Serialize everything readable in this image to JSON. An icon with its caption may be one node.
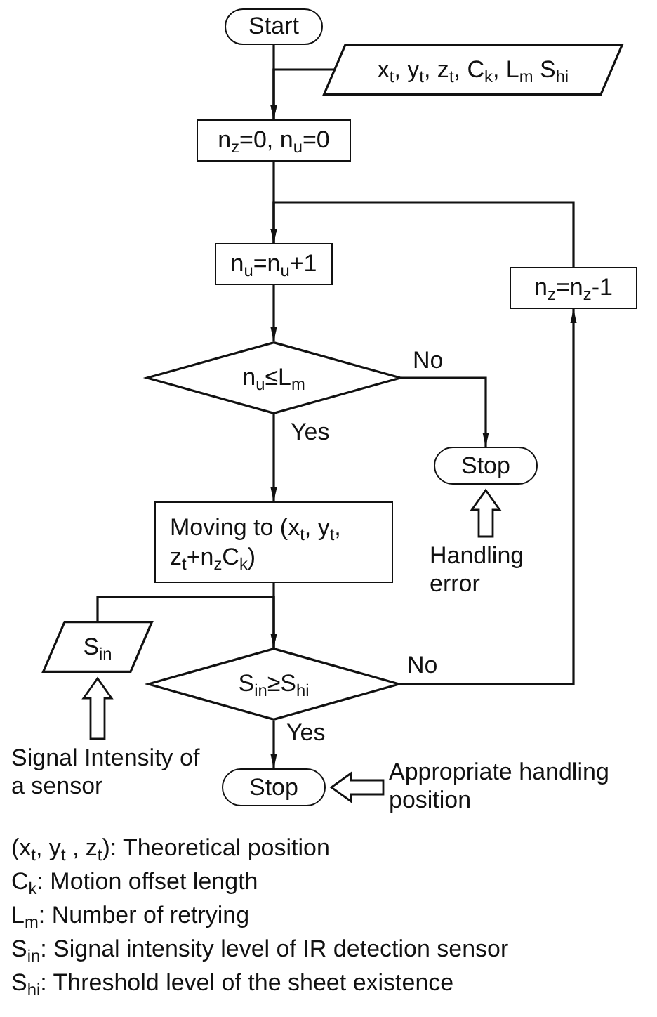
{
  "diagram": {
    "nodes": [
      {
        "text": [
          "Start"
        ]
      },
      {
        "text": [
          "x$_{t}$, y$_{t}$, z$_{t}$, C$_{k}$, L$_{m}$ S$_{hi}$"
        ]
      },
      {
        "text": [
          "n$_{z}$=0, n$_{u}$=0"
        ]
      },
      {
        "text": [
          "n$_{u}$=n$_{u}$+1"
        ]
      },
      {
        "text": [
          "n$_{u}$≤L$_{m}$"
        ]
      },
      {
        "text": [
          "Stop"
        ]
      },
      {
        "text": [
          "Moving to (x$_{t}$, y$_{t}$, z$_{t}$+n$_{z}$C$_{k}$)"
        ]
      },
      {
        "text": [
          "n$_{z}$=n$_{z}$-1"
        ]
      },
      {
        "text": [
          "S$_{in}$"
        ]
      },
      {
        "text": [
          "S$_{in}$≥S$_{hi}$"
        ]
      },
      {
        "text": [
          "Stop"
        ]
      },
      {
        "text": [
          "Handling error"
        ]
      },
      {
        "text": [
          "Signal Intensity of a sensor"
        ]
      },
      {
        "text": [
          "Appropriate handling position"
        ]
      }
    ],
    "edges": [
      {
        "from": 0,
        "to": 2,
        "arrow": "to"
      },
      {
        "from": 1,
        "to": 2,
        "arrow": "to"
      },
      {
        "from": 2,
        "to": 3,
        "arrow": "to"
      },
      {
        "from": 7,
        "to": 3,
        "arrow": "to"
      },
      {
        "from": 3,
        "to": 4,
        "arrow": "to"
      },
      {
        "from": 4,
        "to": 5,
        "arrow": "to",
        "label": "No"
      },
      {
        "from": 4,
        "to": 6,
        "arrow": "to",
        "label": "Yes"
      },
      {
        "from": 6,
        "to": 9,
        "arrow": "to"
      },
      {
        "from": 8,
        "to": 9,
        "arrow": "to"
      },
      {
        "from": 9,
        "to": 7,
        "arrow": "to",
        "label": "No"
      },
      {
        "from": 9,
        "to": 10,
        "arrow": "to",
        "label": "Yes"
      },
      {
        "from": 11,
        "to": 5,
        "arrow": "to",
        "style": "thick"
      },
      {
        "from": 12,
        "to": 8,
        "arrow": "to",
        "style": "thick"
      },
      {
        "from": 13,
        "to": 10,
        "arrow": "to",
        "style": "thick"
      }
    ],
    "labels": [
      "(x$_{t}$, y$_{t}$ , z$_{t}$): Theoretical position",
      "C$_{k}$: Motion offset length",
      "L$_{m}$: Number of retrying",
      "S$_{in}$: Signal intensity level of IR detection sensor",
      "S$_{hi}$: Threshold level of the sheet existence"
    ]
  }
}
